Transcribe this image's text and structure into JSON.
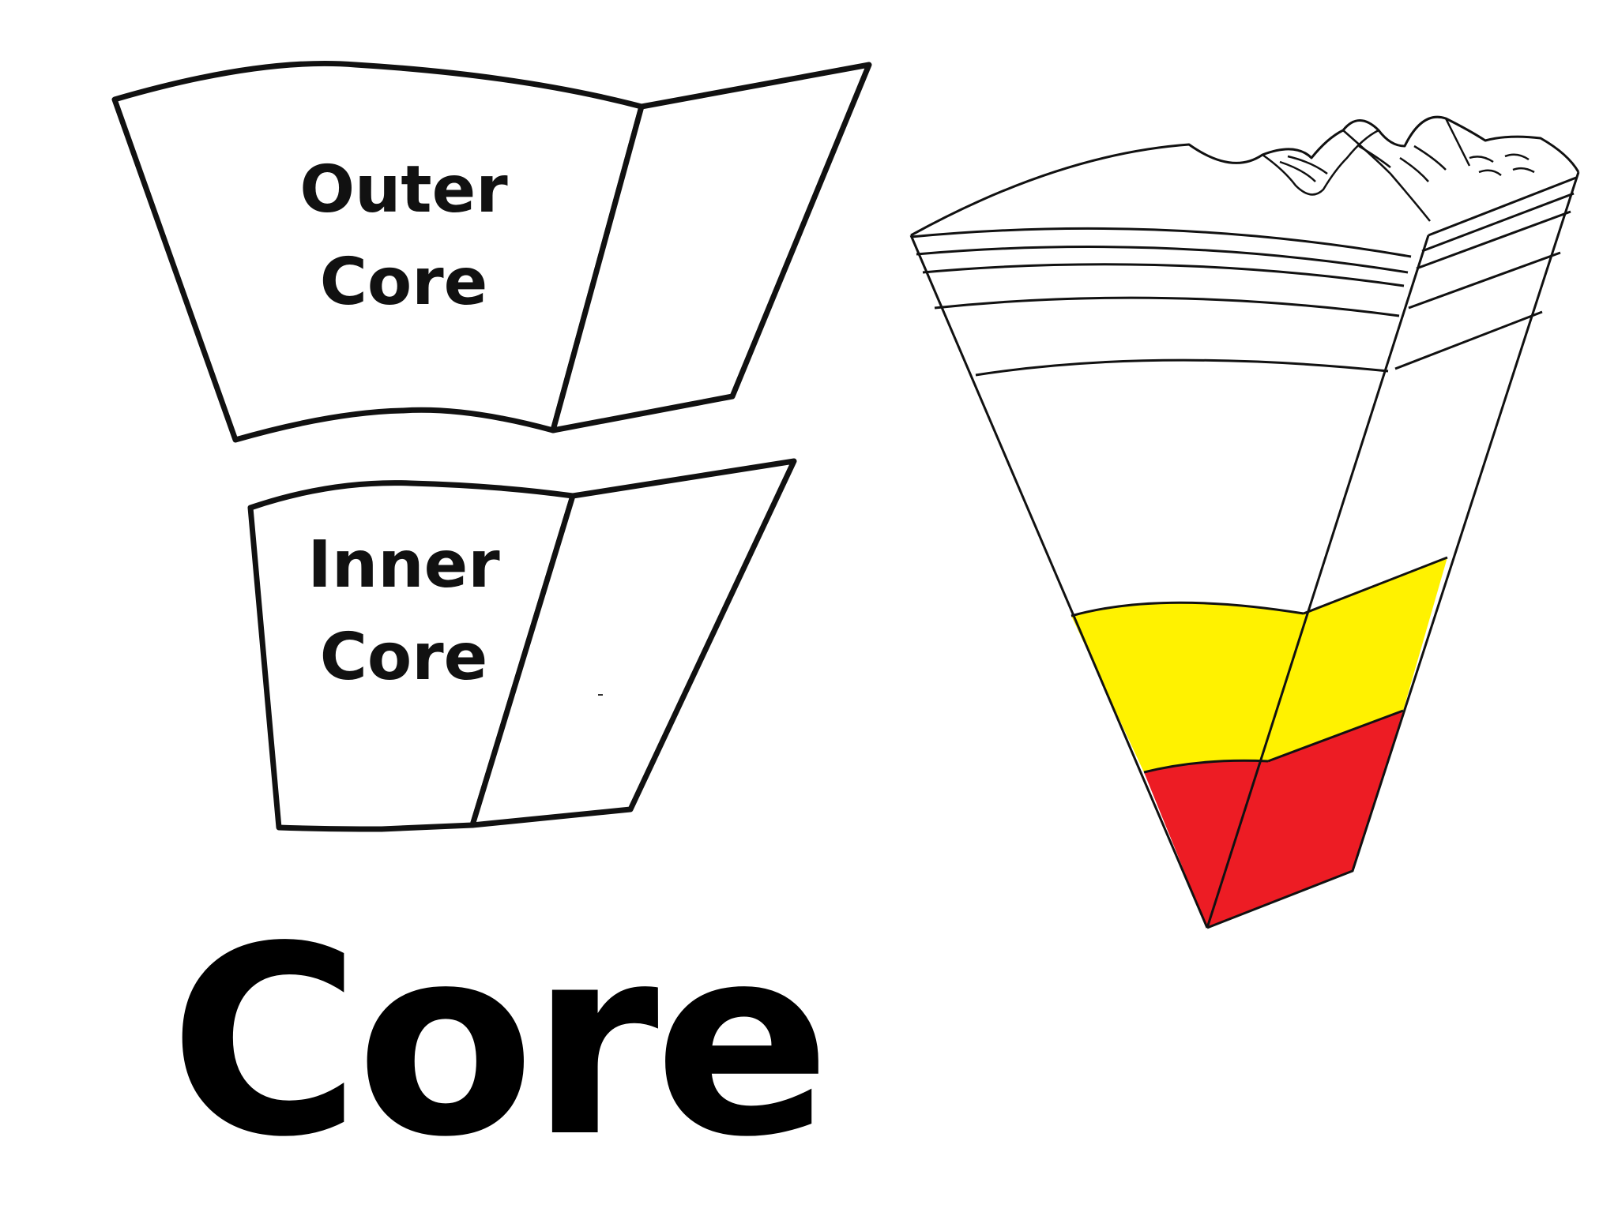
{
  "title": "Core",
  "pieces": {
    "outer": {
      "line1": "Outer",
      "line2": "Core"
    },
    "inner": {
      "line1": "Inner",
      "line2": "Core"
    }
  },
  "colors": {
    "outline": "#111111",
    "outer_core_fill": "#fff200",
    "inner_core_fill": "#ed1c24",
    "background": "#ffffff"
  }
}
